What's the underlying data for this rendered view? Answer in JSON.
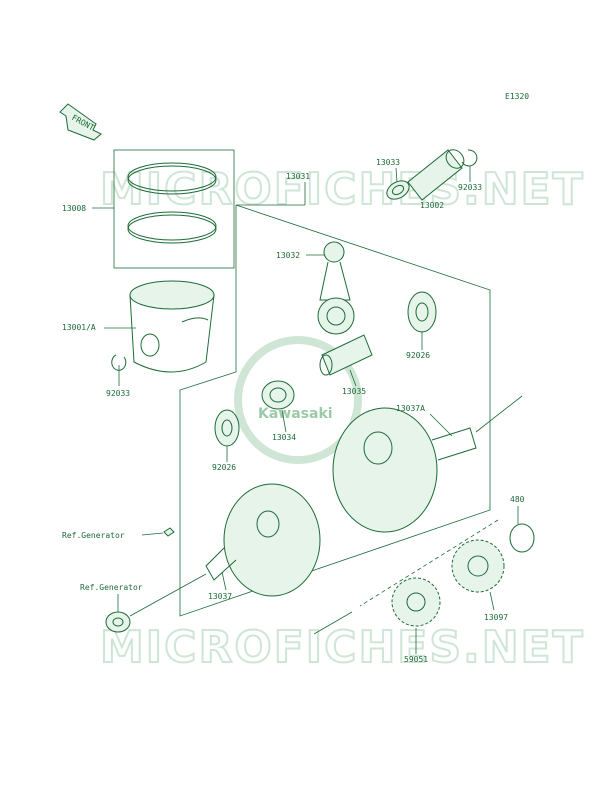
{
  "figure_code": "E1320",
  "watermark_text": "MICROFICHES.NET",
  "brand_logo_text": "Kawasaki",
  "front_arrow_label": "FRONT",
  "parts": {
    "p13008": "13008",
    "p13001a": "13001/A",
    "p92033_left": "92033",
    "p13031": "13031",
    "p13033": "13033",
    "p92033_right": "92033",
    "p13002": "13002",
    "p13032": "13032",
    "p92026_right": "92026",
    "p13035": "13035",
    "p13034": "13034",
    "p13037a": "13037A",
    "p92026_left": "92026",
    "p480": "480",
    "ref_generator_1": "Ref.Generator",
    "ref_generator_2": "Ref.Generator",
    "p13037": "13037",
    "p13097": "13097",
    "p59051": "59051"
  },
  "colors": {
    "line": "#1d6b38",
    "watermark": "#cfe6d6",
    "fill": "#e6f4ea"
  }
}
